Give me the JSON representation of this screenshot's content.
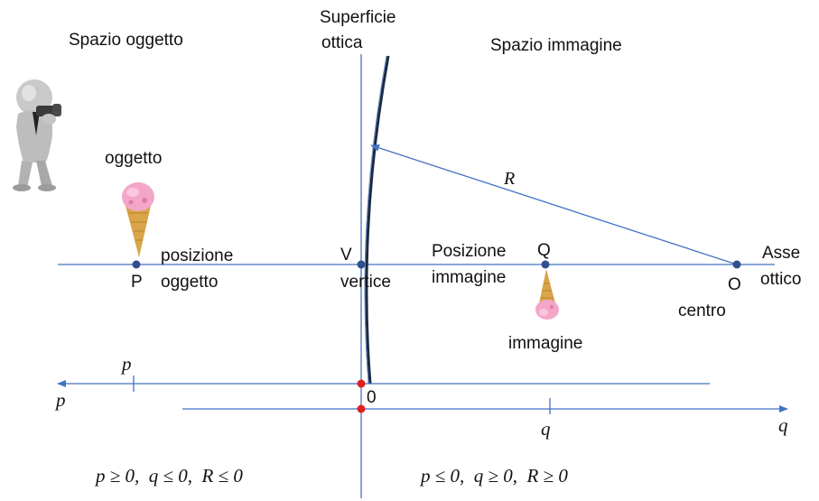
{
  "labels": {
    "object_space": "Spazio oggetto",
    "surface_line1": "Superficie",
    "surface_line2": "ottica",
    "image_space": "Spazio immagine",
    "object": "oggetto",
    "object_position_line1": "posizione",
    "object_position_line2": "oggetto",
    "point_P": "P",
    "point_V": "V",
    "vertex": "vertice",
    "image_position_line1": "Posizione",
    "image_position_line2": "immagine",
    "point_Q": "Q",
    "point_O": "O",
    "center": "centro",
    "axis_line1": "Asse",
    "axis_line2": "ottico",
    "image": "immagine",
    "radius": "R",
    "zero": "0",
    "p_tick": "p",
    "p_axis": "p",
    "q_tick": "q",
    "q_axis": "q",
    "sign_left": "p ≥ 0,  q ≤ 0,  R ≤ 0",
    "sign_right": "p ≤ 0,  q ≥ 0,  R ≥ 0"
  },
  "colors": {
    "line": "#4472C4",
    "dot": "#2F4F8F",
    "origin_dot": "#E02020",
    "surface": "#1A2A44",
    "icecream": "#F4A6C8",
    "cone": "#D9A44A"
  }
}
